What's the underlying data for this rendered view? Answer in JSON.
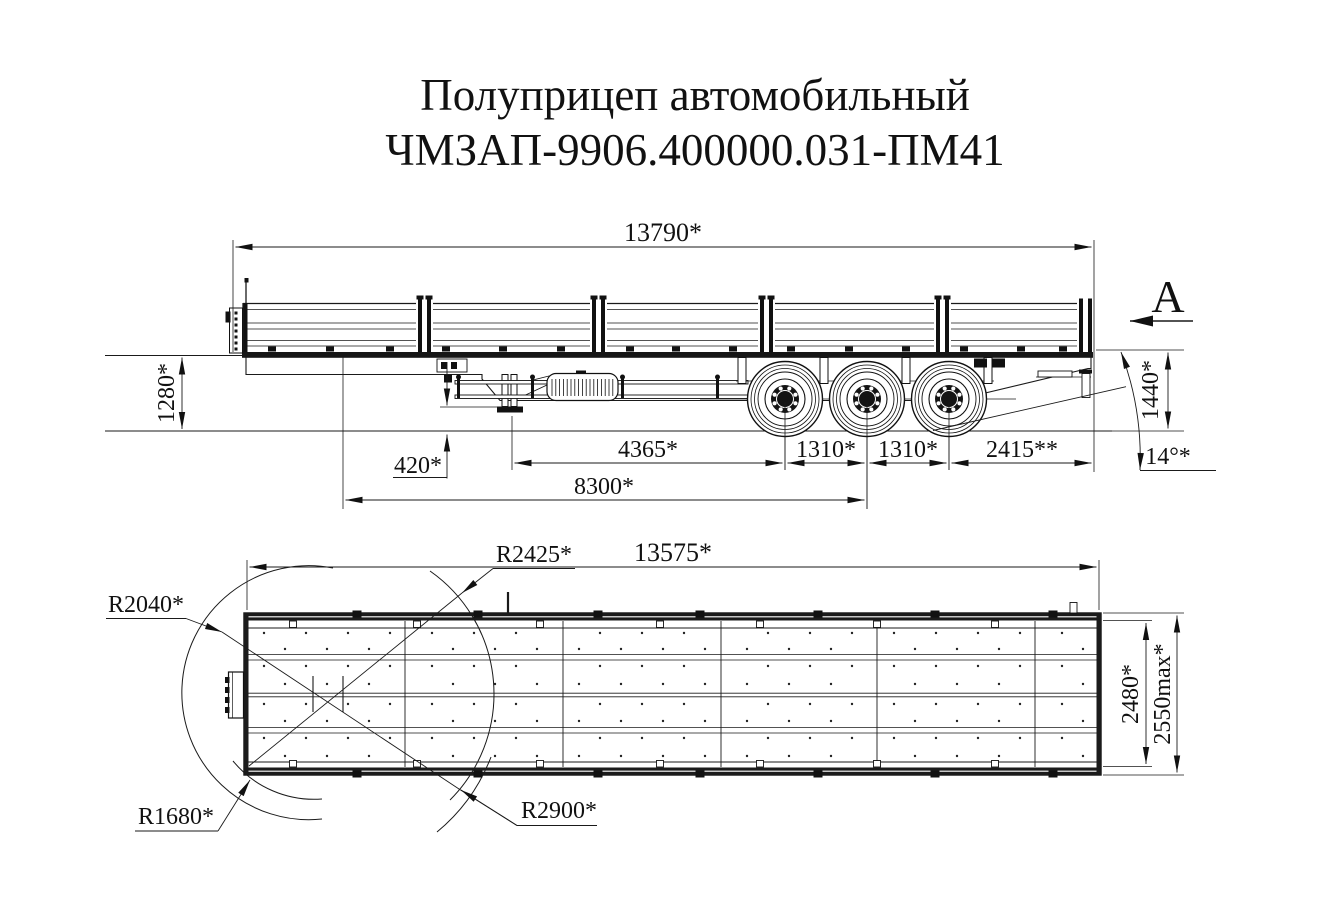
{
  "title": {
    "line1": "Полуприцеп автомобильный",
    "line2": "ЧМЗАП-9906.400000.031-ПМ41"
  },
  "side_view": {
    "view_arrow_label": "А",
    "dims": {
      "overall_length": "13790*",
      "floor_height": "1280*",
      "rear_height": "1440*",
      "ground_clearance": "420*",
      "support_to_axle1": "4365*",
      "axle_spacing_1": "1310*",
      "axle_spacing_2": "1310*",
      "rear_overhang": "2415**",
      "front_to_axle2": "8300*",
      "departure_angle": "14°*"
    }
  },
  "top_view": {
    "dims": {
      "platform_length": "13575*",
      "platform_width": "2480*",
      "overall_width": "2550max*",
      "r_front": "R2040*",
      "r_front_corner": "R2425*",
      "r_rear_inner": "R1680*",
      "r_rear": "R2900*"
    }
  }
}
